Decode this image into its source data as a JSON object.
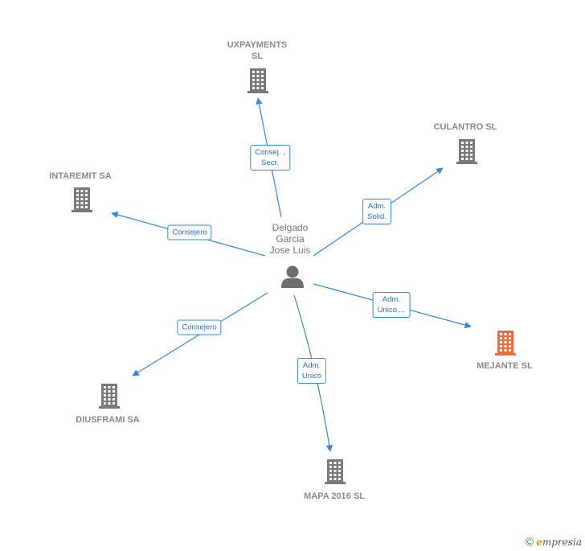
{
  "person": {
    "name": "Delgado\nGarcia\nJose Luis",
    "icon": "person-icon"
  },
  "companies": [
    {
      "key": "uxpayments",
      "label": "UXPAYMENTS\nSL",
      "highlight": false
    },
    {
      "key": "culantro",
      "label": "CULANTRO  SL",
      "highlight": false
    },
    {
      "key": "intaremit",
      "label": "INTAREMIT SA",
      "highlight": false
    },
    {
      "key": "mejante",
      "label": "MEJANTE  SL",
      "highlight": true
    },
    {
      "key": "diusframi",
      "label": "DIUSFRAMI SA",
      "highlight": false
    },
    {
      "key": "mapa",
      "label": "MAPA 2016  SL",
      "highlight": false
    }
  ],
  "relations": [
    {
      "to": "uxpayments",
      "label": "Consej. ,\nSecr."
    },
    {
      "to": "culantro",
      "label": "Adm.\nSolid."
    },
    {
      "to": "intaremit",
      "label": "Consejero"
    },
    {
      "to": "mejante",
      "label": "Adm.\nUnico,..."
    },
    {
      "to": "diusframi",
      "label": "Consejero"
    },
    {
      "to": "mapa",
      "label": "Adm.\nUnico"
    }
  ],
  "colors": {
    "edge": "#3b86d6",
    "building": "#7a7a7a",
    "building_highlight": "#f26b3a",
    "person": "#6d6d6d"
  },
  "footer": {
    "symbol": "©",
    "brand_first": "e",
    "brand_rest": "mpresia"
  }
}
